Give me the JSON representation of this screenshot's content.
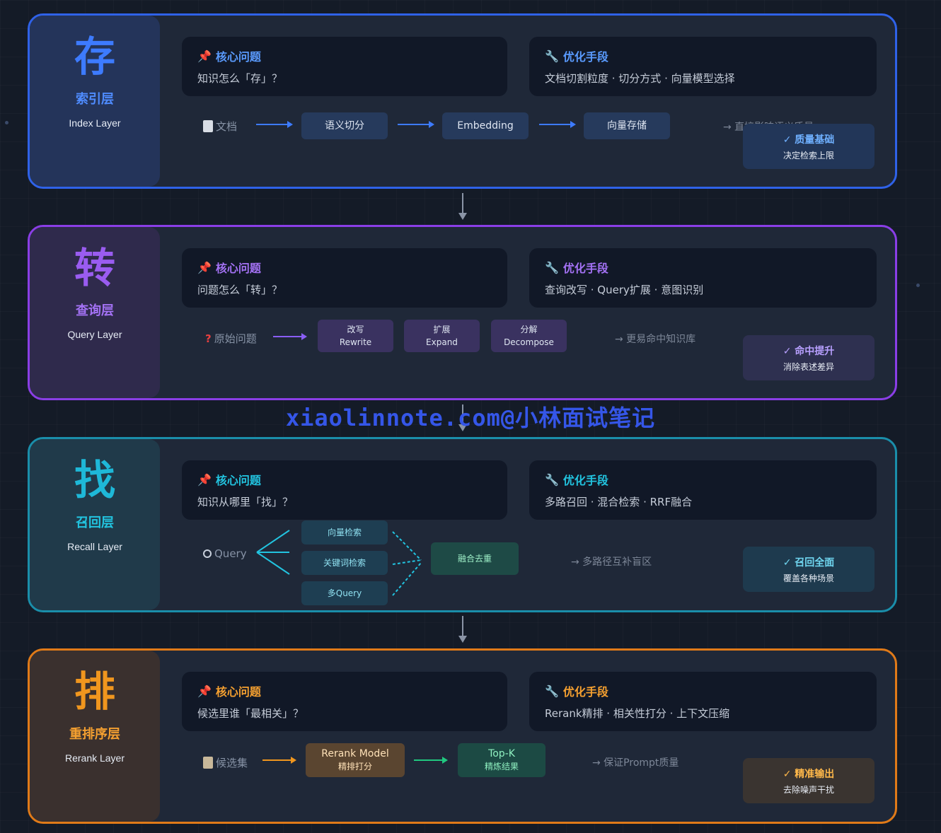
{
  "watermark": "xiaolinnote.com@小林面试笔记",
  "colors": {
    "index": "#2f62e8",
    "query": "#8a3ee6",
    "recall": "#1a8eaa",
    "rerank": "#e07a18"
  },
  "layers": {
    "index": {
      "char": "存",
      "cn": "索引层",
      "en": "Index Layer",
      "q_title": "核心问题",
      "q_body": "知识怎么「存」？",
      "o_title": "优化手段",
      "o_body": "文档切割粒度 · 切分方式 · 向量模型选择",
      "source": "文档",
      "source_icon": "document-icon",
      "steps": [
        "语义切分",
        "Embedding",
        "向量存储"
      ],
      "note": "→ 直接影响语义质量",
      "badge_title": "✓ 质量基础",
      "badge_sub": "决定检索上限"
    },
    "query": {
      "char": "转",
      "cn": "查询层",
      "en": "Query Layer",
      "q_title": "核心问题",
      "q_body": "问题怎么「转」？",
      "o_title": "优化手段",
      "o_body": "查询改写 · Query扩展 · 意图识别",
      "source": "原始问题",
      "source_icon": "question-mark-icon",
      "steps": [
        {
          "cn": "改写",
          "en": "Rewrite"
        },
        {
          "cn": "扩展",
          "en": "Expand"
        },
        {
          "cn": "分解",
          "en": "Decompose"
        }
      ],
      "note": "→ 更易命中知识库",
      "badge_title": "✓ 命中提升",
      "badge_sub": "消除表述差异"
    },
    "recall": {
      "char": "找",
      "cn": "召回层",
      "en": "Recall Layer",
      "q_title": "核心问题",
      "q_body": "知识从哪里「找」？",
      "o_title": "优化手段",
      "o_body": "多路召回 · 混合检索 · RRF融合",
      "source": "Query",
      "source_icon": "magnifier-icon",
      "branches": [
        "向量检索",
        "关键词检索",
        "多Query"
      ],
      "merge": "融合去重",
      "note": "→ 多路径互补盲区",
      "badge_title": "✓ 召回全面",
      "badge_sub": "覆盖各种场景"
    },
    "rerank": {
      "char": "排",
      "cn": "重排序层",
      "en": "Rerank Layer",
      "q_title": "核心问题",
      "q_body": "候选里谁「最相关」？",
      "o_title": "优化手段",
      "o_body": "Rerank精排 · 相关性打分 · 上下文压缩",
      "source": "候选集",
      "source_icon": "clipboard-icon",
      "step1": {
        "title": "Rerank Model",
        "sub": "精排打分"
      },
      "step2": {
        "title": "Top-K",
        "sub": "精炼结果"
      },
      "note": "→ 保证Prompt质量",
      "badge_title": "✓ 精准输出",
      "badge_sub": "去除噪声干扰"
    }
  }
}
